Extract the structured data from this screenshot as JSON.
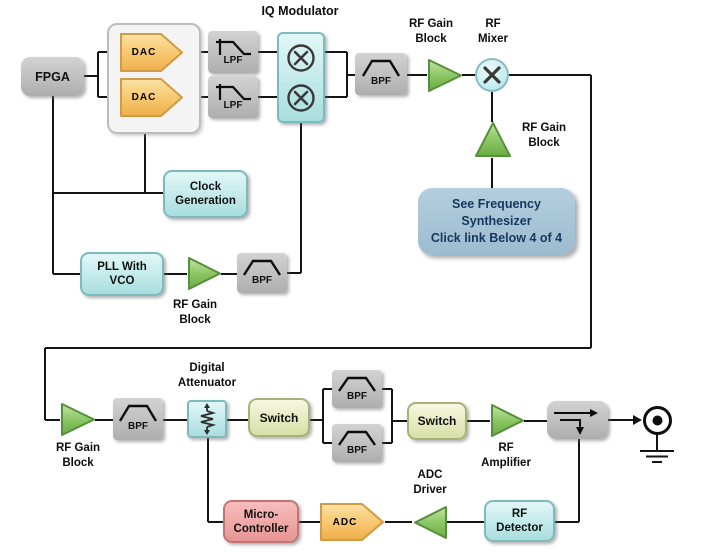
{
  "diagram": {
    "title": "IQ Modulator",
    "blocks": {
      "fpga": {
        "label": "FPGA"
      },
      "dac_top": {
        "label": "DAC"
      },
      "dac_bottom": {
        "label": "DAC"
      },
      "lpf_top": {
        "label": "LPF"
      },
      "lpf_bottom": {
        "label": "LPF"
      },
      "bpf_tx": {
        "label": "BPF"
      },
      "rf_gain_tx": {
        "line1": "RF Gain",
        "line2": "Block"
      },
      "rf_mixer": {
        "line1": "RF",
        "line2": "Mixer"
      },
      "rf_gain_lo": {
        "line1": "RF Gain",
        "line2": "Block"
      },
      "freq_synth_note": {
        "line1": "See Frequency",
        "line2": "Synthesizer",
        "line3": "Click link Below 4 of 4"
      },
      "clock_generation": {
        "line1": "Clock",
        "line2": "Generation"
      },
      "pll_vco": {
        "line1": "PLL With",
        "line2": "VCO"
      },
      "rf_gain_pll": {
        "line1": "RF Gain",
        "line2": "Block"
      },
      "bpf_pll": {
        "label": "BPF"
      },
      "rf_gain_rx": {
        "line1": "RF Gain",
        "line2": "Block"
      },
      "bpf_rx": {
        "label": "BPF"
      },
      "digital_attenuator": {
        "line1": "Digital",
        "line2": "Attenuator"
      },
      "switch_a": {
        "label": "Switch"
      },
      "bpf_bank_top": {
        "label": "BPF"
      },
      "bpf_bank_bottom": {
        "label": "BPF"
      },
      "switch_b": {
        "label": "Switch"
      },
      "rf_amplifier": {
        "line1": "RF",
        "line2": "Amplifier"
      },
      "micro_controller": {
        "line1": "Micro-",
        "line2": "Controller"
      },
      "adc": {
        "label": "ADC"
      },
      "adc_driver": {
        "line1": "ADC",
        "line2": "Driver"
      },
      "rf_detector": {
        "line1": "RF",
        "line2": "Detector"
      }
    },
    "colors": {
      "amp_green": "#7cbd55",
      "converter_orange": "#f6c36a",
      "block_cyan": "#bfeaea",
      "block_gray": "#b9b9b9",
      "note_blue": "#a9c6d8",
      "note_text": "#17375e",
      "switch_green": "#e4ebbc",
      "controller_pink": "#f2a7a7",
      "line_black": "#141414"
    }
  }
}
